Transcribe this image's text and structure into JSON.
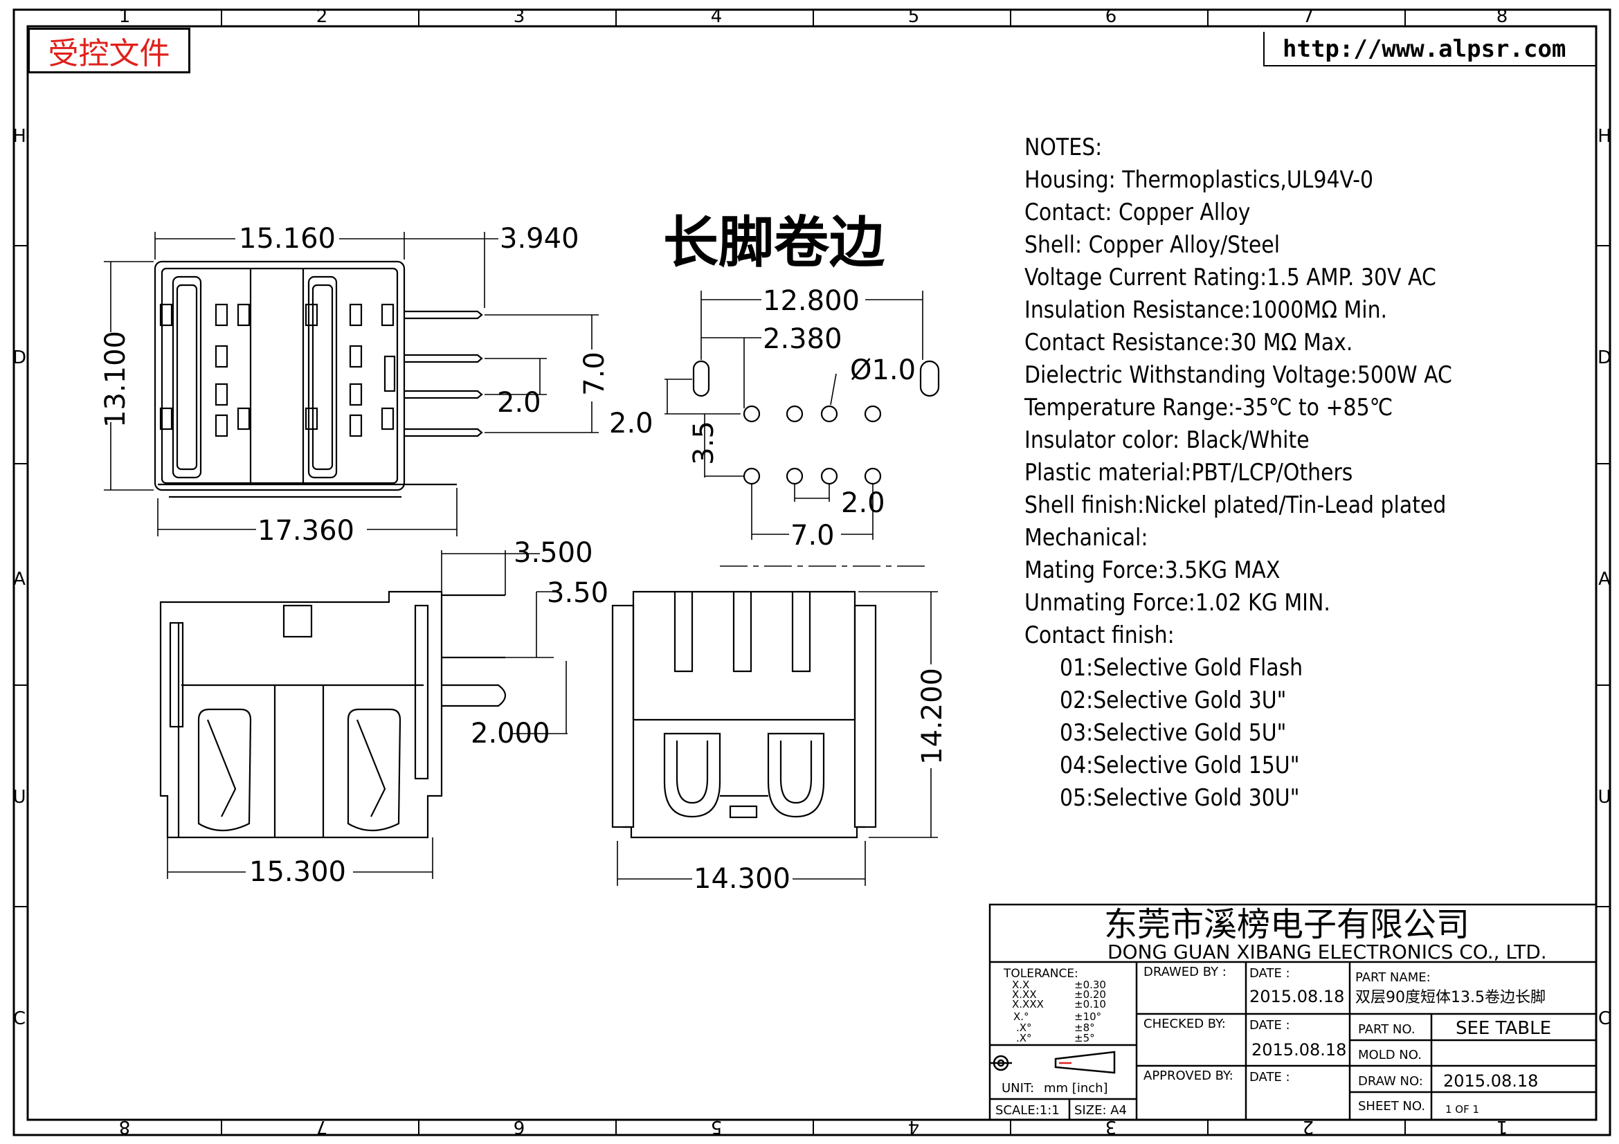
{
  "stamp": "受控文件",
  "url": "http://www.alpsr.com",
  "grid": {
    "cols_top": [
      "1",
      "2",
      "3",
      "4",
      "5",
      "6",
      "7",
      "8"
    ],
    "cols_bottom": [
      "8",
      "7",
      "6",
      "5",
      "4",
      "3",
      "2",
      "1"
    ],
    "rows": [
      "H",
      "D",
      "A",
      "U",
      "C"
    ]
  },
  "drawing_title": "长脚卷边",
  "dimensions": {
    "top_view": [
      "15.160",
      "3.940",
      "13.100",
      "7.0",
      "2.0",
      "17.360"
    ],
    "pcb_layout": [
      "12.800",
      "2.380",
      "Ø1.0",
      "2.0",
      "3.5",
      "2.0",
      "7.0"
    ],
    "side_view": [
      "3.500",
      "3.50",
      "2.000",
      "15.300"
    ],
    "front_view": [
      "14.200",
      "14.300"
    ]
  },
  "notes": [
    {
      "text": "NOTES:",
      "indent": false
    },
    {
      "text": "Housing:  Thermoplastics,UL94V-0",
      "indent": false
    },
    {
      "text": "Contact:  Copper Alloy",
      "indent": false
    },
    {
      "text": "Shell:  Copper Alloy/Steel",
      "indent": false
    },
    {
      "text": "Voltage Current Rating:1.5 AMP. 30V AC",
      "indent": false
    },
    {
      "text": "Insulation Resistance:1000MΩ Min.",
      "indent": false
    },
    {
      "text": "Contact Resistance:30 MΩ Max.",
      "indent": false
    },
    {
      "text": "Dielectric Withstanding Voltage:500W AC",
      "indent": false
    },
    {
      "text": "Temperature Range:-35℃ to +85℃",
      "indent": false
    },
    {
      "text": "Insulator color: Black/White",
      "indent": false
    },
    {
      "text": "Plastic material:PBT/LCP/Others",
      "indent": false
    },
    {
      "text": "Shell finish:Nickel plated/Tin-Lead plated",
      "indent": false
    },
    {
      "text": "Mechanical:",
      "indent": false
    },
    {
      "text": "Mating Force:3.5KG MAX",
      "indent": false
    },
    {
      "text": "Unmating Force:1.02 KG MIN.",
      "indent": false
    },
    {
      "text": "Contact finish:",
      "indent": false
    },
    {
      "text": "01:Selective Gold Flash",
      "indent": true
    },
    {
      "text": "02:Selective Gold 3U\"",
      "indent": true
    },
    {
      "text": "03:Selective Gold 5U\"",
      "indent": true
    },
    {
      "text": "04:Selective Gold 15U\"",
      "indent": true
    },
    {
      "text": "05:Selective Gold 30U\"",
      "indent": true
    }
  ],
  "title_block": {
    "company_cn": "东莞市溪榜电子有限公司",
    "company_en": "DONG GUAN XIBANG ELECTRONICS CO., LTD.",
    "tolerance_label": "TOLERANCE:",
    "tolerance_rows": [
      {
        "key": "X.X",
        "val": "±0.30"
      },
      {
        "key": "X.XX",
        "val": "±0.20"
      },
      {
        "key": "X.XXX",
        "val": "±0.10"
      },
      {
        "key": "X.°",
        "val": "±10°"
      },
      {
        "key": ".X°",
        "val": "±8°"
      },
      {
        "key": ".X°",
        "val": "±5°"
      }
    ],
    "drawn_by": "DRAWED BY :",
    "checked_by": "CHECKED BY:",
    "approved_by": "APPROVED BY:",
    "date_label": "DATE :",
    "date_drawn": "2015.08.18",
    "date_checked": "2015.08.18",
    "part_name_label": "PART NAME:",
    "part_name": "双层90度短体13.5卷边长脚",
    "part_no_label": "PART NO.",
    "part_no": "SEE TABLE",
    "mold_no_label": "MOLD NO.",
    "draw_no_label": "DRAW NO:",
    "draw_no": "2015.08.18",
    "sheet_no_label": "SHEET NO.",
    "sheet_no": "1 OF 1",
    "unit_label": "UNIT:",
    "unit_value": "mm [inch]",
    "scale": "SCALE:1:1",
    "size": "SIZE: A4"
  }
}
